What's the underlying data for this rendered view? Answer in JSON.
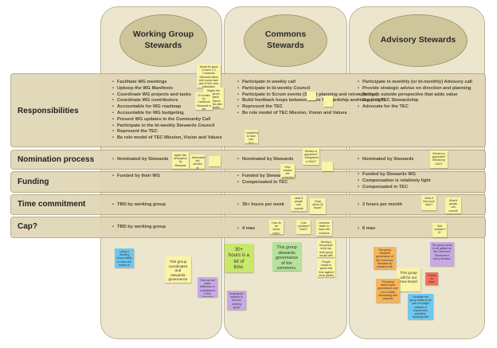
{
  "columns": [
    {
      "title": "Working Group\nStewards"
    },
    {
      "title": "Commons\nStewards"
    },
    {
      "title": "Advisory Stewards"
    }
  ],
  "rows": [
    {
      "label": "Responsibilities",
      "cells": [
        [
          "Facilitate WG meetings",
          "Upkeep the WG Manifesto",
          "Coordinate WG projects and tasks",
          "Coordinate WG contributors",
          "Accountable for WG roadmap",
          "Accountable for WG budgeting",
          "Present WG updates in the Community Call",
          "Participate in the bi-weekly Stewards Council",
          "Represent the TEC",
          "Be role model of TEC Mission, Vision and Values"
        ],
        [
          "Participate in weekly call",
          "Participate in bi-weekly Council",
          "Participate in Scrum events (Sprint planning and retrospective)",
          "Build feedback loops between entire Stewardship and keep it tight",
          "Represent the TEC",
          "Be role model of TEC Mission, Vision and Values"
        ],
        [
          "Participate in monthly (or bi-monthly) Advisory call",
          "Provide strategic advise on direction and planning",
          "Bring in outside perspective that adds value",
          "Support TEC Stewardship",
          "Advocate for the TEC"
        ]
      ]
    },
    {
      "label": "Nomination process",
      "cells": [
        [
          "Nominated by Stewards"
        ],
        [
          "Nominated by Stewards"
        ],
        [
          "Nominated by Stewards"
        ]
      ]
    },
    {
      "label": "Funding",
      "cells": [
        [
          "Funded by their WG"
        ],
        [
          "Funded by Stewards WG",
          "Compensated in TEC"
        ],
        [
          "Funded by Stewards WG",
          "Compensation is relatively light",
          "Compensated in TEC"
        ]
      ]
    },
    {
      "label": "Time commitment",
      "cells": [
        [
          "TBD by working group"
        ],
        [
          "30+ hours per week"
        ],
        [
          "2 hours per month"
        ]
      ]
    },
    {
      "label": "Cap?",
      "cells": [
        [
          "TBD by working group"
        ],
        [
          "4 max"
        ],
        [
          "6 max"
        ]
      ]
    }
  ],
  "notes": {
    "n_resp_wg": "Would be good to have 1-3 Commons Stewards offset with a seat each part of WG roles integration",
    "n_resp_wg2": "Maybe the Commons Stewards governance role to be able to possibly founded by WG and pending for DAO",
    "n_resp_wg3": "Or funded by Commons Stewards in the transition to any-active-party",
    "n_resp_cs1": "",
    "n_resp_cs2": "",
    "n_resp_cs3": "something to have sub-WGs",
    "n_nom_wg1": "Agree this description by Stewards",
    "n_nom_wg2": "Nominated but elected at",
    "n_nom_wg3": "",
    "n_nom_cs1": "Elected or appointed? Transparent or DAO?",
    "n_nom_cs2": "Who creates the nomination? Someone in particular?",
    "n_nom_cs3": "",
    "n_nom_as1": "Elected or appointed? Elected by DAO?",
    "n_time_cs1": "what if people can commit fewer hours?",
    "n_time_cs2": "Close about 25 hours?",
    "n_time_as1": "What if they work more?",
    "n_time_as2": "What if people can commit more hours?",
    "n_cap_cs1": "How do we chose caps?",
    "n_cap_cs2": "Cost numbers? Fixed?",
    "n_cap_cs3": "Licenses better to have odd numbers",
    "n_cap_as1": "Odd numbers? 5?",
    "n_mid_cs1": "Having a few people in the top-level group would offer diversity of opinion",
    "n_mid_cs2": "People forced to spend this time against more parties that can do their role",
    "n_low_wg_blue": "Using a Working Group ability to lower the barrier to and contribute to the project",
    "n_low_wg_main": "This group coordinates and stewards governance over a WG",
    "n_low_wg_purple1": "How can we make difference in commitment if WG Stewards need to be compensated for doing more work?",
    "n_low_wg_purple2": "Keeping the balance in how the working group performs",
    "n_low_cs_green": "30+ hours is a lot of time.",
    "n_low_cs_main": "This group stewards governance of the commons.",
    "n_low_as_orange1": "This group stewards governance of the Commons Stewards by default of the stakeholders of the commons.",
    "n_low_as_purple": "The group needs to be guided by the Commons Stewards in every direction",
    "n_low_as_main": "This group will be our new board",
    "n_low_as_red": "Thanks for these",
    "n_low_as_orange2": "This group needs some governance over it so it holds Stewarding less powerful",
    "n_low_as_blue": "Facilitate the group meets to be part of a larger network of researchers, speakers, donating their hardware"
  },
  "colors": {
    "column_bg": "#ede6cf",
    "row_bg": "#e0d6b5",
    "header_oval": "#cfc59b",
    "sticky_yellow": "#fbf3a6",
    "sticky_lime": "#c8e86a",
    "sticky_green": "#b5e39b",
    "sticky_blue": "#6ec7ef",
    "sticky_purple": "#c8a8e8",
    "sticky_orange": "#f7b45a",
    "sticky_red": "#f3705a"
  }
}
